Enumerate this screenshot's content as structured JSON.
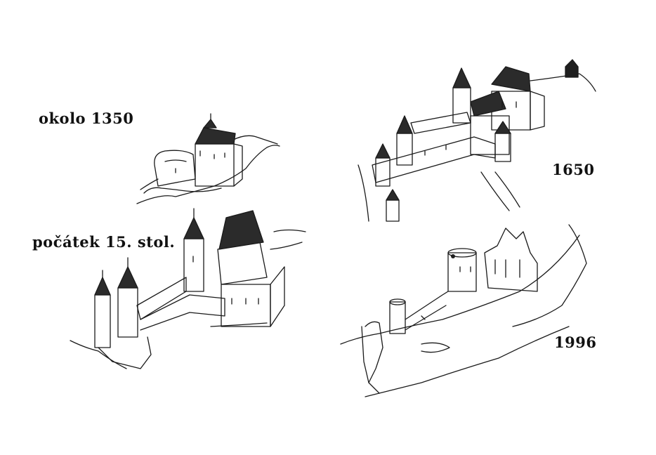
{
  "labels": {
    "period_1350": "okolo 1350",
    "period_15th": "počátek 15. stol.",
    "period_1650": "1650",
    "period_1996": "1996"
  },
  "colors": {
    "background": "#ffffff",
    "ink": "#1a1a1a"
  }
}
